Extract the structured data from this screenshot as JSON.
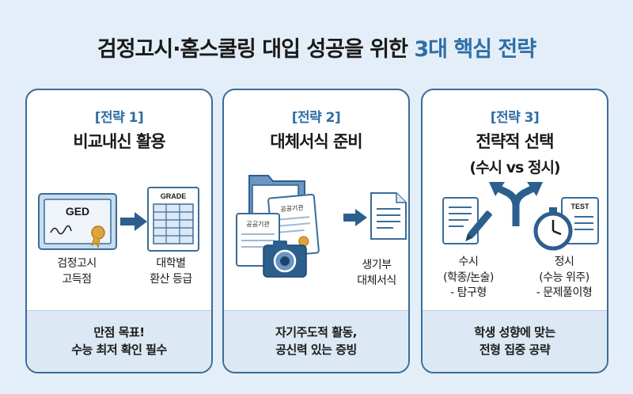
{
  "title": {
    "main": "검정고시·홈스쿨링 대입 성공을 위한",
    "highlight": "3대 핵심 전략"
  },
  "cards": [
    {
      "tag": "[전략 1]",
      "title": "비교내신 활용",
      "icon_left_text": "GED",
      "icon_right_text": "GRADE",
      "label_left": [
        "검정고시",
        "고득점"
      ],
      "label_right": [
        "대학별",
        "환산 등급"
      ],
      "footer": [
        "만점 목표!",
        "수능 최저 확인 필수"
      ]
    },
    {
      "tag": "[전략 2]",
      "title": "대체서식 준비",
      "doc_label_a": "공공기관",
      "doc_label_b": "공공기관",
      "label_right": [
        "생기부",
        "대체서식"
      ],
      "footer": [
        "자기주도적 활동,",
        "공신력 있는 증빙"
      ]
    },
    {
      "tag": "[전략 3]",
      "title": "전략적 선택",
      "subtitle": "(수시 vs 정시)",
      "test_text": "TEST",
      "label_left": [
        "수시",
        "(학종/논술)",
        "- 탐구형"
      ],
      "label_right": [
        "정시",
        "(수능 위주)",
        "- 문제풀이형"
      ],
      "footer": [
        "학생 성향에 맞는",
        "전형 집중 공략"
      ]
    }
  ],
  "colors": {
    "accent": "#2f6ea5",
    "border": "#3b6c9a",
    "footer_bg": "#dce8f3",
    "page_bg": "#e3eef8"
  }
}
